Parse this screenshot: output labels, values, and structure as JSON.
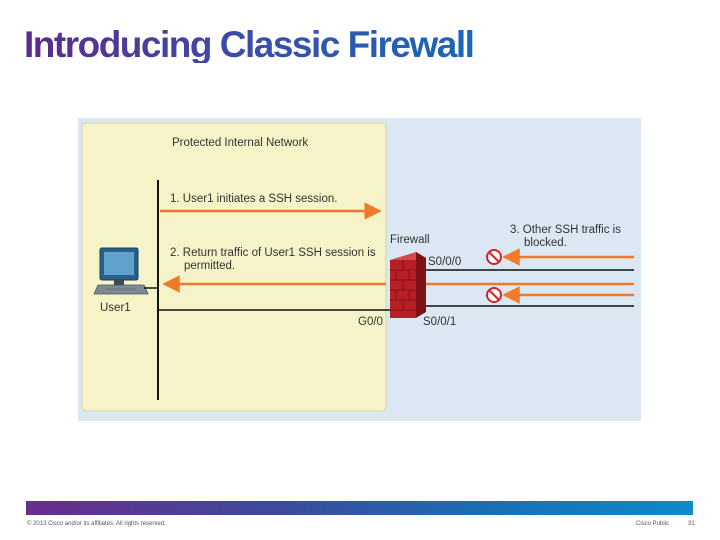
{
  "slide": {
    "title": "Introducing Classic Firewall",
    "footer": {
      "copyright": "© 2013 Cisco and/or its affiliates. All rights reserved.",
      "classification": "Cisco Public",
      "page_number": "31"
    }
  },
  "diagram": {
    "zone_label": "Protected Internal Network",
    "user_label": "User1",
    "firewall_label": "Firewall",
    "interfaces": {
      "inside": "G0/0",
      "outside_top": "S0/0/0",
      "outside_bottom": "S0/0/1"
    },
    "steps": {
      "step1": "1. User1 initiates a SSH session.",
      "step2_line1": "2. Return traffic of User1 SSH session is",
      "step2_line2": "permitted.",
      "step3_line1": "3. Other SSH traffic is",
      "step3_line2": "blocked."
    },
    "colors": {
      "zone_fill": "#f7f3c9",
      "arrow": "#ef7b2a",
      "firewall": "#b81f24",
      "block_icon": "#d8232a",
      "title_gradient_start": "#5c2a8a",
      "title_gradient_end": "#1a67b8"
    },
    "icons": [
      "pc-icon",
      "firewall-icon",
      "no-entry-icon"
    ]
  }
}
